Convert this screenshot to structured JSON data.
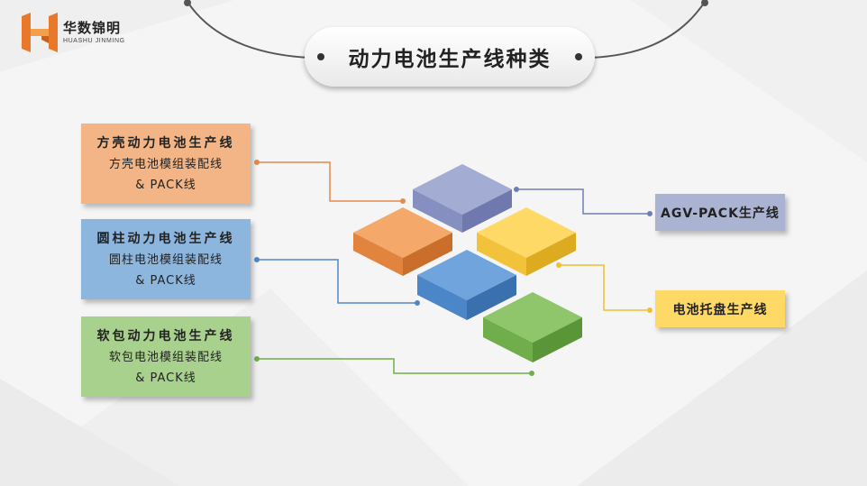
{
  "logo": {
    "name_cn": "华数锦明",
    "name_en": "HUASHU JINMING",
    "colors": [
      "#e8782a",
      "#f3a04e"
    ]
  },
  "title": "动力电池生产线种类",
  "left_boxes": [
    {
      "line1": "方壳动力电池生产线",
      "line2": "方壳电池模组装配线",
      "line3": "& PACK线",
      "color": "#f3b585",
      "connector_color": "#e58a4c"
    },
    {
      "line1": "圆柱动力电池生产线",
      "line2": "圆柱电池模组装配线",
      "line3": "& PACK线",
      "color": "#8db6df",
      "connector_color": "#4f88c6"
    },
    {
      "line1": "软包动力电池生产线",
      "line2": "软包电池模组装配线",
      "line3": "& PACK线",
      "color": "#a9d18e",
      "connector_color": "#6fae4a"
    }
  ],
  "right_boxes": [
    {
      "label": "AGV-PACK生产线",
      "color": "#aab3d1",
      "connector_color": "#6e7fb5"
    },
    {
      "label": "电池托盘生产线",
      "color": "#ffd966",
      "connector_color": "#f0c030"
    }
  ],
  "blocks": [
    {
      "name": "purple",
      "top": "#a3acd3",
      "left": "#8690c0",
      "right": "#6f79ad"
    },
    {
      "name": "orange",
      "top": "#f4a86a",
      "left": "#e2843d",
      "right": "#c96e2b"
    },
    {
      "name": "yellow",
      "top": "#ffd966",
      "left": "#f2c23a",
      "right": "#dcab1f"
    },
    {
      "name": "blue",
      "top": "#6fa4dc",
      "left": "#4a86c8",
      "right": "#3a70ad"
    },
    {
      "name": "green",
      "top": "#8fc66c",
      "left": "#6fae4a",
      "right": "#5a9638"
    }
  ]
}
